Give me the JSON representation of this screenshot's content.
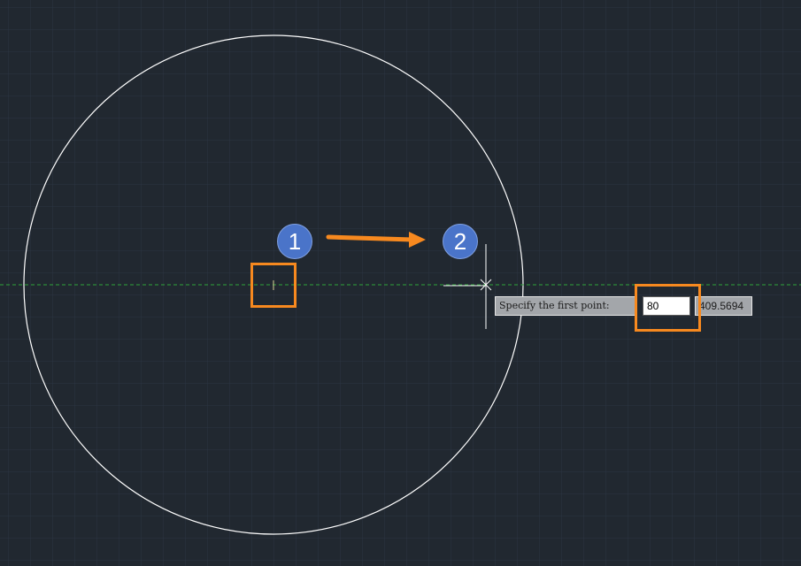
{
  "prompt": {
    "label": "Specify the first point:",
    "input_value": "80",
    "second_value": "409.5694"
  },
  "markers": {
    "step1": "1",
    "step2": "2"
  },
  "colors": {
    "background": "#212830",
    "grid": "#2c3542",
    "circle": "#ffffff",
    "polar_tracking": "#2fa33a",
    "highlight": "#f7891f",
    "marker": "#4a74c9"
  },
  "icons": {
    "crosshair": "crosshair-cursor-icon",
    "arrow": "arrow-right-icon",
    "center_mark": "center-mark-icon"
  }
}
